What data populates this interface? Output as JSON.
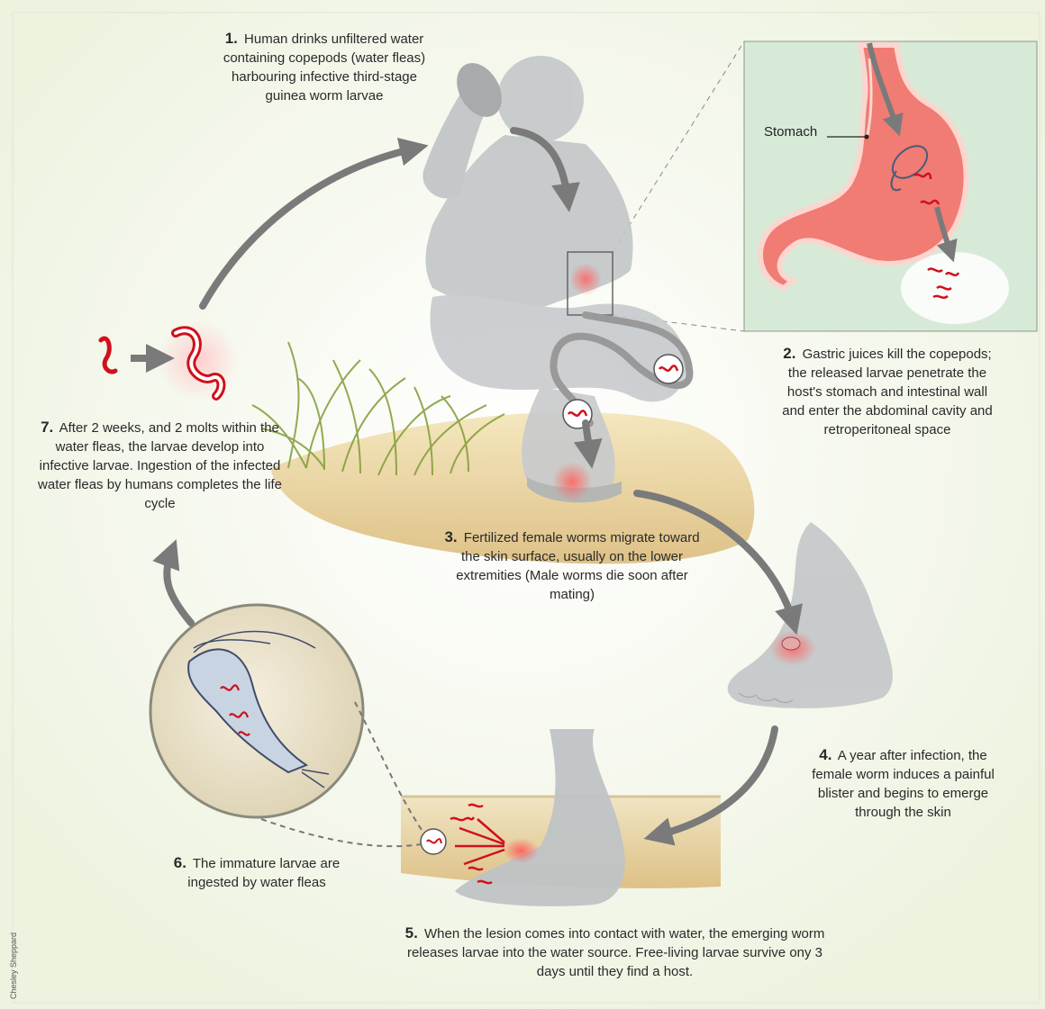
{
  "steps": [
    {
      "num": "1.",
      "text": "Human drinks unfiltered water containing copepods (water fleas) harbouring infective third-stage guinea worm larvae"
    },
    {
      "num": "2.",
      "text": "Gastric juices kill the copepods; the released larvae penetrate the host's stomach and intestinal wall and enter the abdominal cavity and retroperitoneal space"
    },
    {
      "num": "3.",
      "text": "Fertilized female worms migrate toward the skin surface, usually on the lower extremities (Male worms die soon after mating)"
    },
    {
      "num": "4.",
      "text": "A year after infection, the female worm induces a painful blister and begins to emerge through the skin"
    },
    {
      "num": "5.",
      "text": "When the lesion comes into contact with water, the emerging worm releases larvae into the water source. Free-living larvae survive ony 3 days until they find a host."
    },
    {
      "num": "6.",
      "text": "The immature larvae are ingested by water fleas"
    },
    {
      "num": "7.",
      "text": "After 2 weeks, and 2 molts within the water fleas, the larvae develop into infective larvae. Ingestion of the infected water fleas by humans completes the life cycle"
    }
  ],
  "labels": {
    "stomach": "Stomach",
    "credit": "Chesley Sheppard"
  },
  "colors": {
    "background": "#f7f9ef",
    "arrow": "#7a7a7a",
    "worm": "#d0101c",
    "stomach": "#f07c74",
    "inset_bg": "#d7ead8",
    "grass": "#8aa83a",
    "sand": "#e4c98a",
    "figure": "#bfc3c5"
  }
}
